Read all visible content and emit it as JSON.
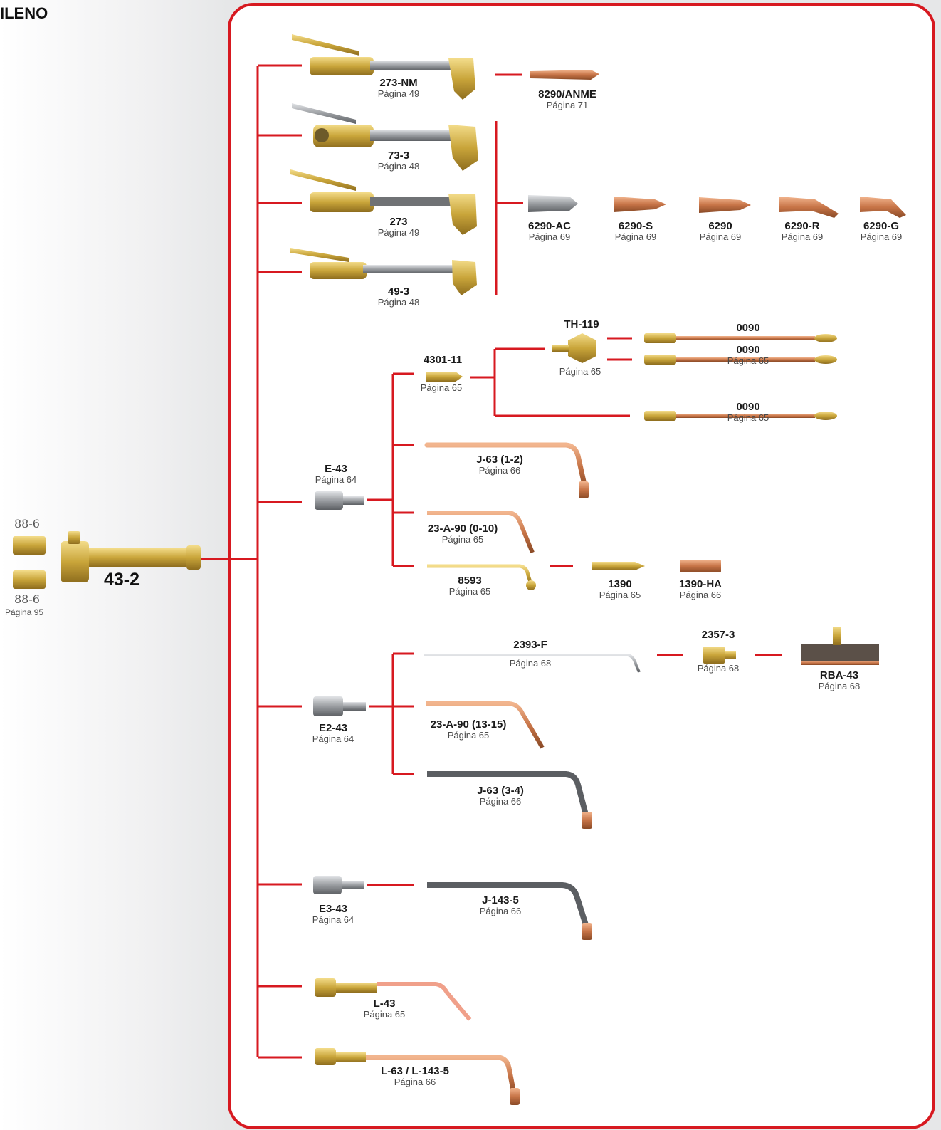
{
  "heading": "ILENO",
  "colors": {
    "connector": "#d71920",
    "brass": "#c9a53a",
    "copper": "#c77447",
    "steel": "#8a8d91"
  },
  "handle": {
    "code": "43-2"
  },
  "nuts": {
    "code_top": "88-6",
    "code_bottom": "88-6",
    "page": "Página 95"
  },
  "items": {
    "t273nm": {
      "code": "273-NM",
      "page": "Página 49"
    },
    "t73_3": {
      "code": "73-3",
      "page": "Página 48"
    },
    "t273": {
      "code": "273",
      "page": "Página 49"
    },
    "t49_3": {
      "code": "49-3",
      "page": "Página 48"
    },
    "n8290anme": {
      "code": "8290/ANME",
      "page": "Página 71"
    },
    "n6290ac": {
      "code": "6290-AC",
      "page": "Página 69"
    },
    "n6290s": {
      "code": "6290-S",
      "page": "Página 69"
    },
    "n6290": {
      "code": "6290",
      "page": "Página 69"
    },
    "n6290r": {
      "code": "6290-R",
      "page": "Página 69"
    },
    "n6290g": {
      "code": "6290-G",
      "page": "Página 69"
    },
    "th119": {
      "code": "TH-119",
      "page": "Página 65"
    },
    "a4301": {
      "code": "4301-11",
      "page": "Página 65"
    },
    "r0090a": {
      "code": "0090"
    },
    "r0090b": {
      "code": "0090",
      "page": "Página 65"
    },
    "r0090c": {
      "code": "0090",
      "page": "Página 65"
    },
    "e43": {
      "code": "E-43",
      "page": "Página 64"
    },
    "j63a": {
      "code": "J-63 (1-2)",
      "page": "Página 66"
    },
    "a23_010": {
      "code": "23-A-90 (0-10)",
      "page": "Página 65"
    },
    "p8593": {
      "code": "8593",
      "page": "Página 65"
    },
    "t1390": {
      "code": "1390",
      "page": "Página 65"
    },
    "t1390ha": {
      "code": "1390-HA",
      "page": "Página 66"
    },
    "f2393": {
      "code": "2393-F",
      "page": "Página 68"
    },
    "c2357": {
      "code": "2357-3",
      "page": "Página 68"
    },
    "rba43": {
      "code": "RBA-43",
      "page": "Página 68"
    },
    "e2_43": {
      "code": "E2-43",
      "page": "Página 64"
    },
    "a23_1315": {
      "code": "23-A-90 (13-15)",
      "page": "Página 65"
    },
    "j63b": {
      "code": "J-63 (3-4)",
      "page": "Página 66"
    },
    "e3_43": {
      "code": "E3-43",
      "page": "Página 64"
    },
    "j143": {
      "code": "J-143-5",
      "page": "Página 66"
    },
    "l43": {
      "code": "L-43",
      "page": "Página 65"
    },
    "l63": {
      "code": "L-63 / L-143-5",
      "page": "Página 66"
    }
  }
}
